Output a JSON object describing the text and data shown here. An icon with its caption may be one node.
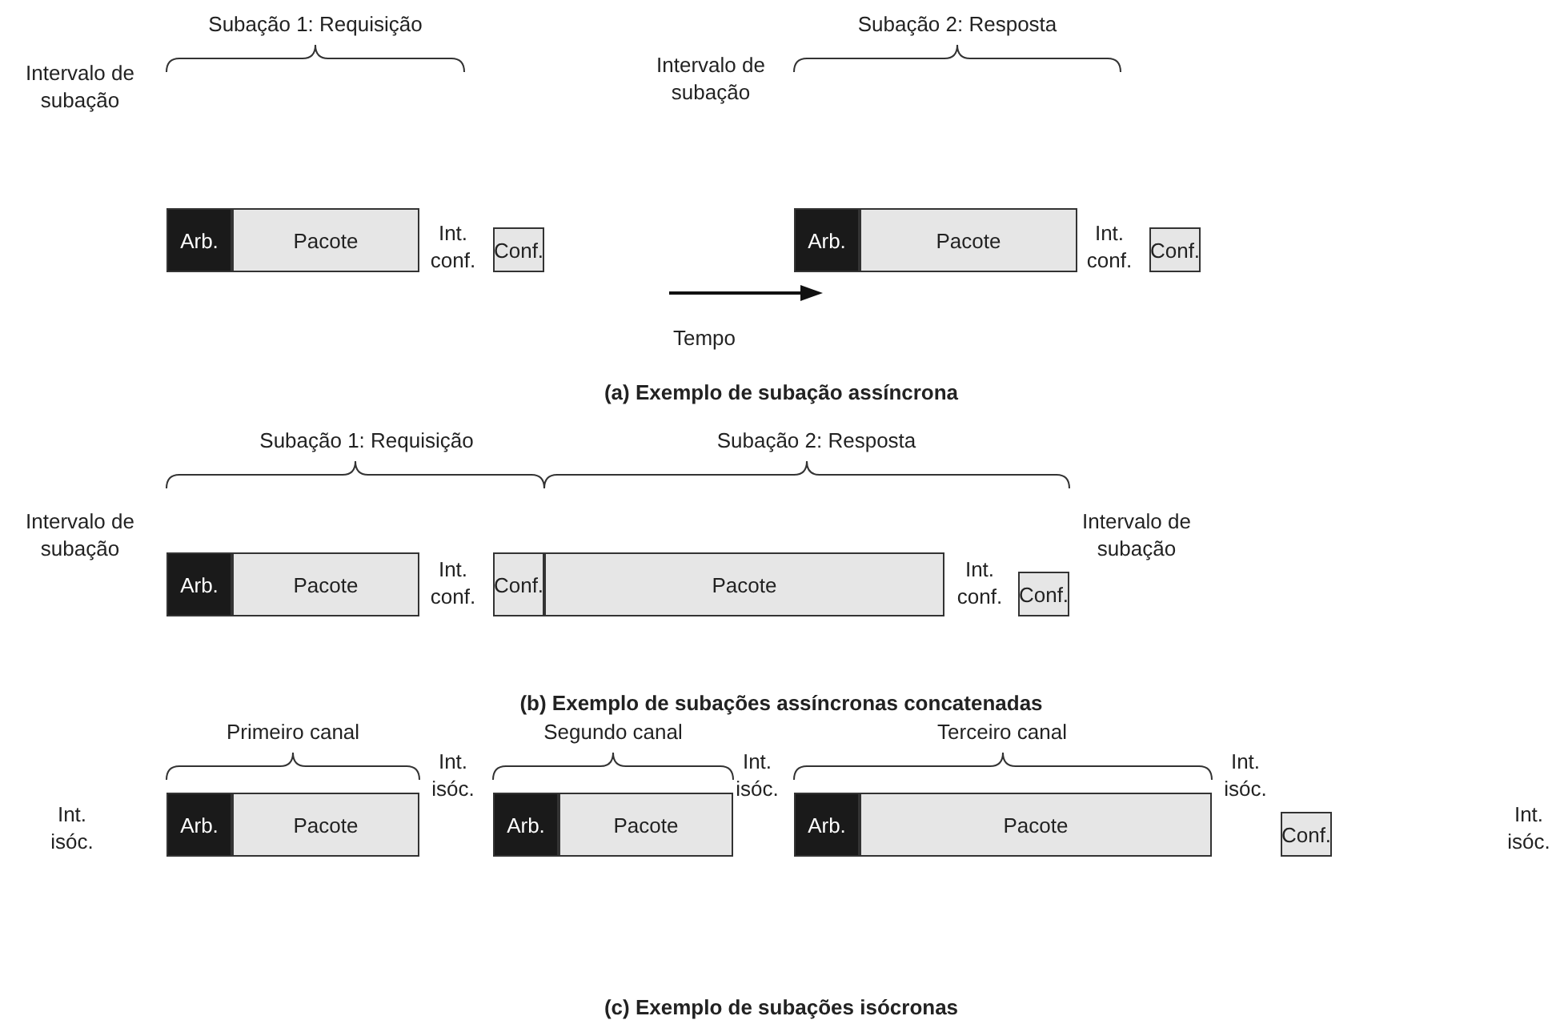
{
  "diagram": {
    "nodes": [
      {
        "text": [
          "Arb."
        ]
      },
      {
        "text": [
          "Pacote"
        ]
      },
      {
        "text": [
          "Conf."
        ]
      },
      {
        "text": [
          "Arb."
        ]
      },
      {
        "text": [
          "Pacote"
        ]
      },
      {
        "text": [
          "Conf."
        ]
      },
      {
        "text": [
          "Arb."
        ]
      },
      {
        "text": [
          "Pacote"
        ]
      },
      {
        "text": [
          "Conf."
        ]
      },
      {
        "text": [
          "Pacote"
        ]
      },
      {
        "text": [
          "Conf."
        ]
      },
      {
        "text": [
          "Arb."
        ]
      },
      {
        "text": [
          "Pacote"
        ]
      },
      {
        "text": [
          "Arb."
        ]
      },
      {
        "text": [
          "Pacote"
        ]
      },
      {
        "text": [
          "Arb."
        ]
      },
      {
        "text": [
          "Pacote"
        ]
      },
      {
        "text": [
          "Conf."
        ]
      }
    ],
    "edges": [],
    "labels": [
      "Subação 1: Requisição",
      "Subação 2: Resposta",
      "Intervalo de subação",
      "Intervalo de subação",
      "Int. conf.",
      "Int. conf.",
      "Tempo",
      "(a) Exemplo de subação assíncrona",
      "Subação 1: Requisição",
      "Subação 2: Resposta",
      "Intervalo de subação",
      "Intervalo de subação",
      "Int. conf.",
      "Int. conf.",
      "(b) Exemplo de subações assíncronas concatenadas",
      "Primeiro canal",
      "Segundo canal",
      "Terceiro canal",
      "Int. isóc.",
      "Int. isóc.",
      "Int. isóc.",
      "Int. isóc.",
      "Int. isóc.",
      "(c) Exemplo de subações isócronas"
    ]
  }
}
